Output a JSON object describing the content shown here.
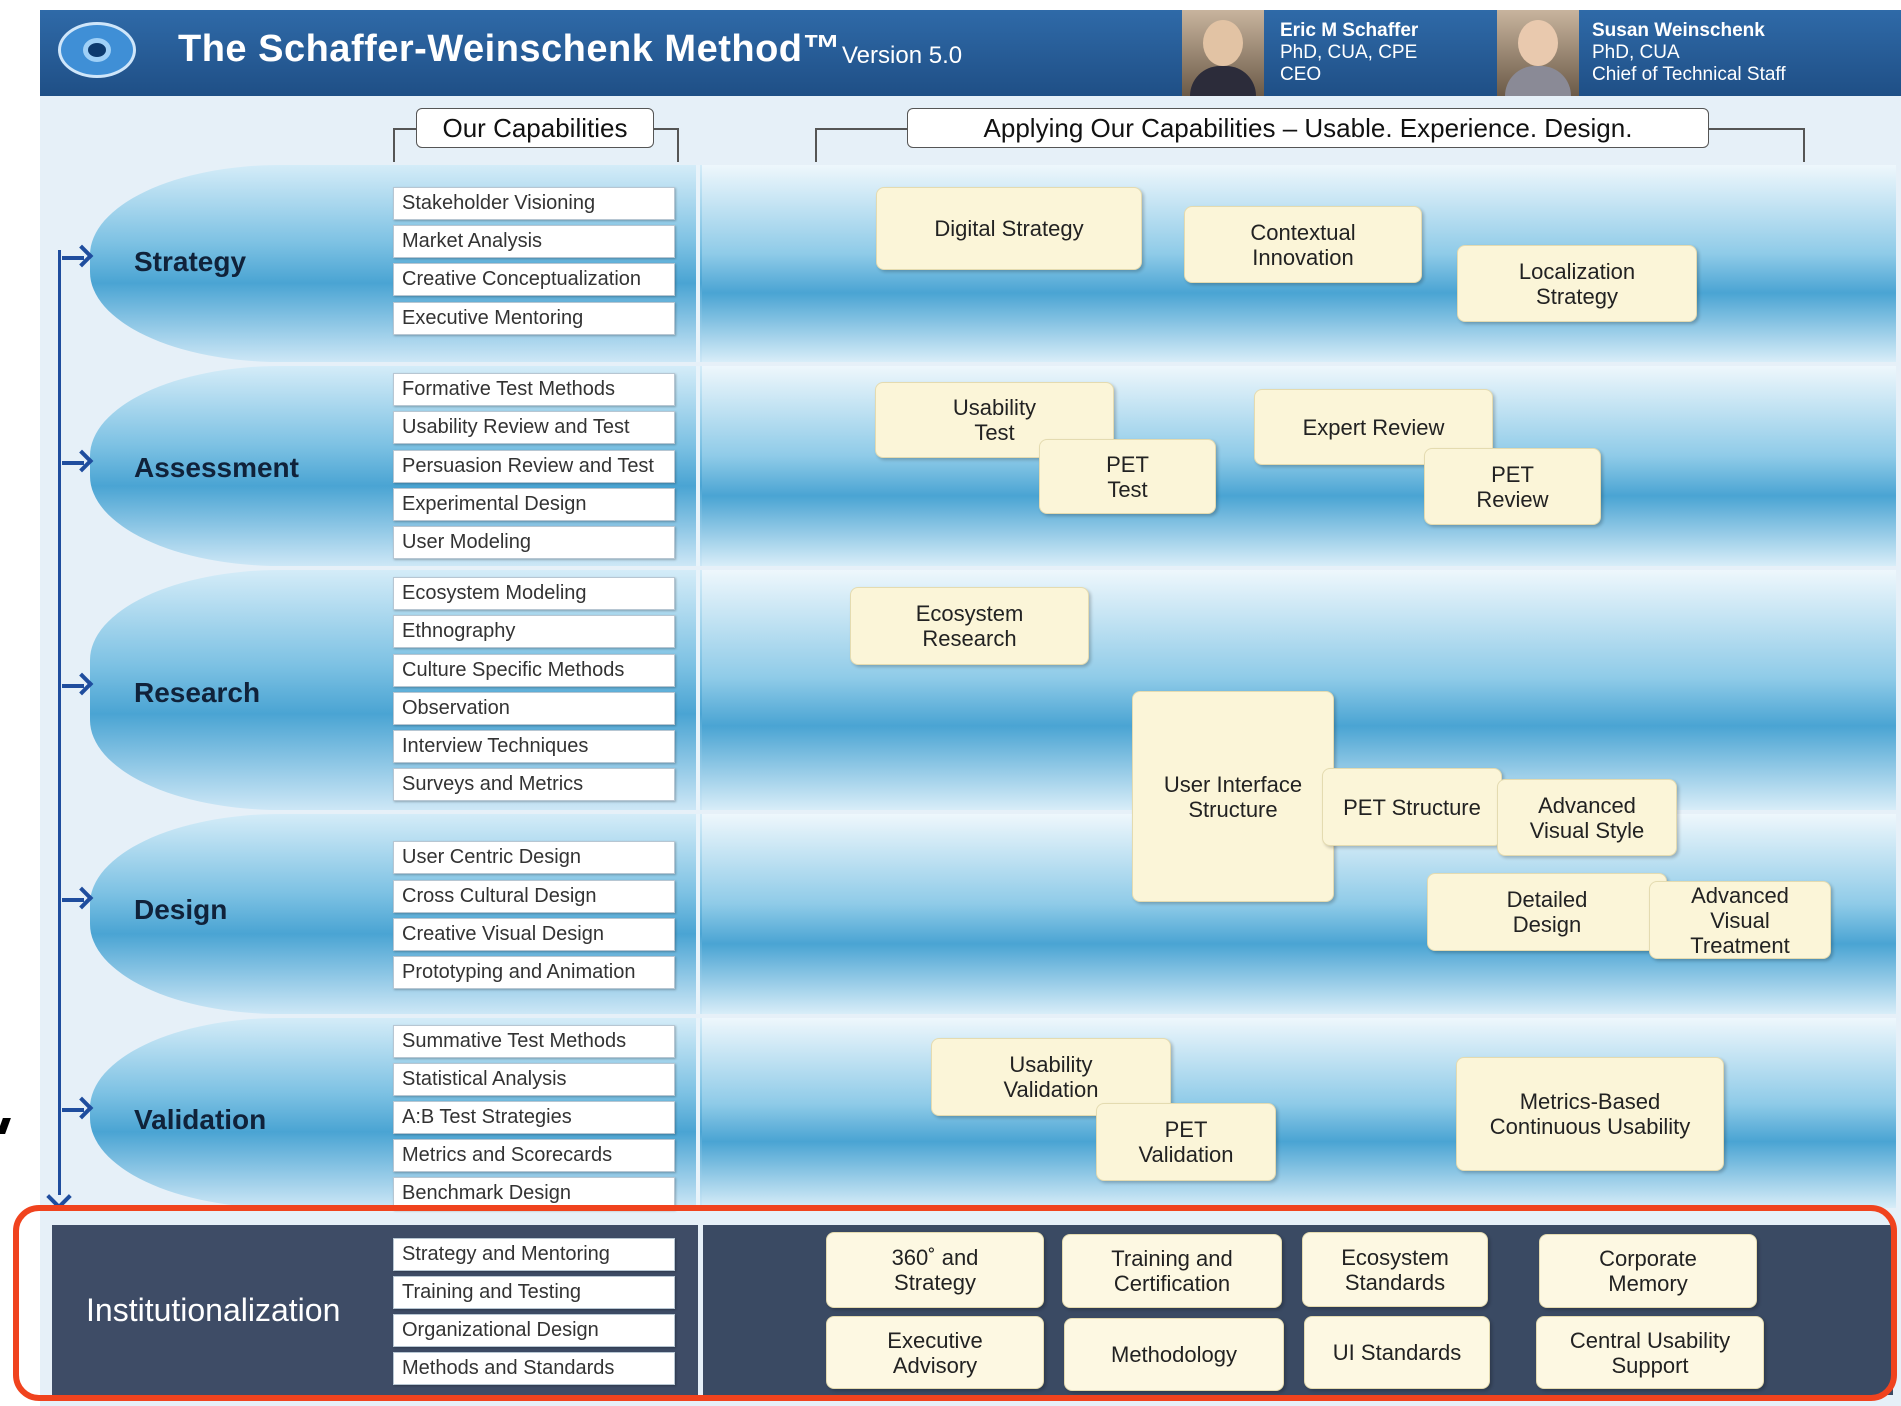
{
  "header": {
    "title": "The Schaffer-Weinschenk Method™",
    "version": "Version 5.0",
    "people": [
      {
        "name": "Eric M Schaffer",
        "line2": "PhD, CUA, CPE",
        "line3": "CEO"
      },
      {
        "name": "Susan Weinschenk",
        "line2": "PhD, CUA",
        "line3": "Chief of Technical Staff"
      }
    ]
  },
  "sections": {
    "capabilities": "Our Capabilities",
    "applying": "Applying Our Capabilities – Usable. Experience. Design."
  },
  "phases": [
    {
      "label": "Strategy",
      "capabilities": [
        "Stakeholder Visioning",
        "Market Analysis",
        "Creative Conceptualization",
        "Executive Mentoring"
      ]
    },
    {
      "label": "Assessment",
      "capabilities": [
        "Formative Test Methods",
        "Usability Review and Test",
        "Persuasion Review and Test",
        "Experimental Design",
        "User Modeling"
      ]
    },
    {
      "label": "Research",
      "capabilities": [
        "Ecosystem Modeling",
        "Ethnography",
        "Culture Specific Methods",
        "Observation",
        "Interview Techniques",
        "Surveys and Metrics"
      ]
    },
    {
      "label": "Design",
      "capabilities": [
        "User Centric Design",
        "Cross Cultural Design",
        "Creative Visual Design",
        "Prototyping and Animation"
      ]
    },
    {
      "label": "Validation",
      "capabilities": [
        "Summative Test Methods",
        "Statistical Analysis",
        "A:B Test Strategies",
        "Metrics and Scorecards",
        "Benchmark Design"
      ]
    }
  ],
  "applications": {
    "digital_strategy": "Digital Strategy",
    "contextual_innovation": "Contextual\nInnovation",
    "localization_strategy": "Localization\nStrategy",
    "usability_test": "Usability\nTest",
    "pet_test": "PET\nTest",
    "expert_review": "Expert Review",
    "pet_review": "PET\nReview",
    "ecosystem_research": "Ecosystem\nResearch",
    "ui_structure": "User Interface\nStructure",
    "pet_structure": "PET Structure",
    "advanced_visual_style": "Advanced\nVisual Style",
    "detailed_design": "Detailed\nDesign",
    "advanced_visual_treatment": "Advanced\nVisual\nTreatment",
    "usability_validation": "Usability\nValidation",
    "pet_validation": "PET\nValidation",
    "metrics_continuous": "Metrics-Based\nContinuous Usability"
  },
  "institutionalization": {
    "label": "Institutionalization",
    "capabilities": [
      "Strategy and Mentoring",
      "Training and Testing",
      "Organizational Design",
      "Methods and Standards"
    ],
    "boxes": [
      "360˚ and\nStrategy",
      "Training and\nCertification",
      "Ecosystem\nStandards",
      "Corporate\nMemory",
      "Executive\nAdvisory",
      "Methodology",
      "UI Standards",
      "Central Usability\nSupport"
    ]
  }
}
